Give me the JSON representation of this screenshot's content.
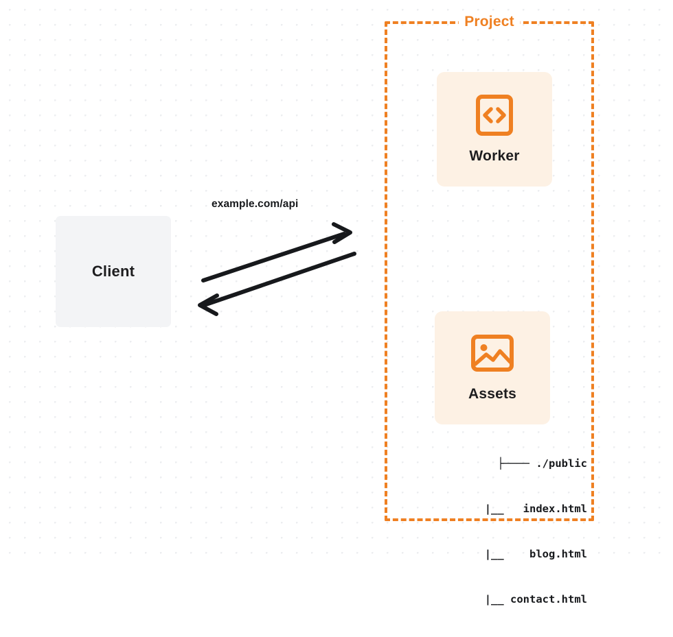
{
  "diagram": {
    "title": "Project",
    "background": {
      "color": "#ffffff",
      "dot_color": "#eceef0"
    },
    "accent_color": "#ef8022",
    "client": {
      "label": "Client",
      "bg_color": "#f3f4f6",
      "text_color": "#1d1d1f"
    },
    "group": {
      "label": "Project",
      "border_color": "#ef8022",
      "border_style": "dashed"
    },
    "cards": [
      {
        "label": "Worker",
        "icon": "code-brackets-icon",
        "bg_color": "#fdf1e4",
        "icon_color": "#ef8022"
      },
      {
        "label": "Assets",
        "icon": "image-picture-icon",
        "bg_color": "#fdf1e4",
        "icon_color": "#ef8022"
      }
    ],
    "file_tree": {
      "lines": [
        "├──── ./public",
        "     |__   index.html",
        "     |__    blog.html",
        "     |__ contact.html"
      ],
      "root": "./public",
      "children": [
        "index.html",
        "blog.html",
        "contact.html"
      ]
    },
    "edges": [
      {
        "label": "example.com/api",
        "direction": "client-to-project",
        "color": "#17191c"
      },
      {
        "label": "",
        "direction": "project-to-client",
        "color": "#17191c"
      }
    ]
  }
}
